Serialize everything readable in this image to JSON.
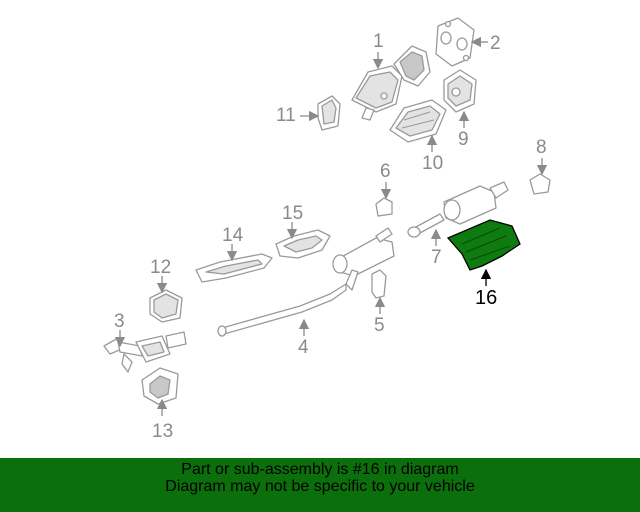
{
  "callouts": [
    {
      "id": "1",
      "label": "1"
    },
    {
      "id": "2",
      "label": "2"
    },
    {
      "id": "3",
      "label": "3"
    },
    {
      "id": "4",
      "label": "4"
    },
    {
      "id": "5",
      "label": "5"
    },
    {
      "id": "6",
      "label": "6"
    },
    {
      "id": "7",
      "label": "7"
    },
    {
      "id": "8",
      "label": "8"
    },
    {
      "id": "9",
      "label": "9"
    },
    {
      "id": "10",
      "label": "10"
    },
    {
      "id": "11",
      "label": "11"
    },
    {
      "id": "12",
      "label": "12"
    },
    {
      "id": "13",
      "label": "13"
    },
    {
      "id": "14",
      "label": "14"
    },
    {
      "id": "15",
      "label": "15"
    },
    {
      "id": "16",
      "label": "16",
      "highlighted": true
    }
  ],
  "colors": {
    "highlight_part": "#0f7a0f",
    "banner_background": "#0b6f0b",
    "part_outline": "#9a9a9a"
  },
  "banner": {
    "line1": "Part or sub-assembly is #16 in diagram",
    "line2": "Diagram may not be specific to your vehicle"
  }
}
